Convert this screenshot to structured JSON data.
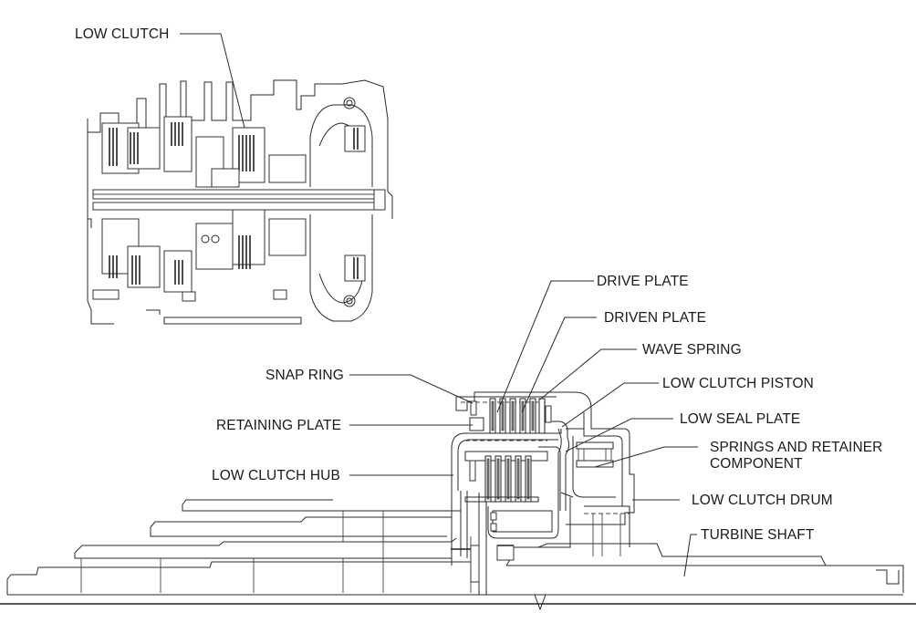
{
  "diagram": {
    "title": "Low Clutch Cross-Section",
    "overview": {
      "label": "LOW CLUTCH"
    },
    "labels": {
      "drive_plate": "DRIVE PLATE",
      "driven_plate": "DRIVEN PLATE",
      "wave_spring": "WAVE SPRING",
      "snap_ring": "SNAP RING",
      "low_clutch_piston": "LOW CLUTCH PISTON",
      "low_seal_plate": "LOW SEAL PLATE",
      "retaining_plate": "RETAINING PLATE",
      "springs_and_retainer_line1": "SPRINGS AND RETAINER",
      "springs_and_retainer_line2": "COMPONENT",
      "low_clutch_hub": "LOW CLUTCH HUB",
      "low_clutch_drum": "LOW CLUTCH DRUM",
      "turbine_shaft": "TURBINE SHAFT"
    }
  }
}
